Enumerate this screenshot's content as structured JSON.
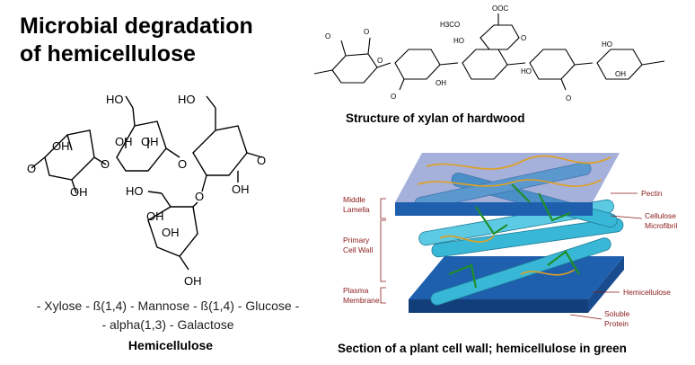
{
  "title": {
    "line1": "Microbial degradation",
    "line2": "of hemicellulose"
  },
  "hemicellulose": {
    "sequence_line1": "- Xylose - ß(1,4) - Mannose - ß(1,4) - Glucose -",
    "sequence_line2": "- alpha(1,3) - Galactose",
    "caption": "Hemicellulose",
    "atoms": {
      "O": "O",
      "OH": "OH",
      "HO": "HO"
    }
  },
  "xylan": {
    "caption": "Structure of xylan of hardwood",
    "atoms": {
      "coo": "OOC",
      "h3co": "H3CO",
      "ho": "HO",
      "oh": "OH",
      "o": "O"
    }
  },
  "cell_wall": {
    "caption": "Section of a plant cell wall; hemicellulose in green",
    "labels": {
      "middle_lamella": [
        "Middle",
        "Lamella"
      ],
      "primary_wall": [
        "Primary",
        "Cell Wall"
      ],
      "plasma_membrane": [
        "Plasma",
        "Membrane"
      ],
      "pectin": "Pectin",
      "cellulose": [
        "Cellulose",
        "Microfibril"
      ],
      "hemicellulose": "Hemicellulose",
      "soluble_protein": [
        "Soluble",
        "Protein"
      ]
    },
    "colors": {
      "hemicellulose": "#1f8f2a",
      "pectin": "#e0a020",
      "microfibril": "#39b7d6",
      "membrane": "#1e5fae",
      "lamella": "#5b6fbd"
    }
  }
}
